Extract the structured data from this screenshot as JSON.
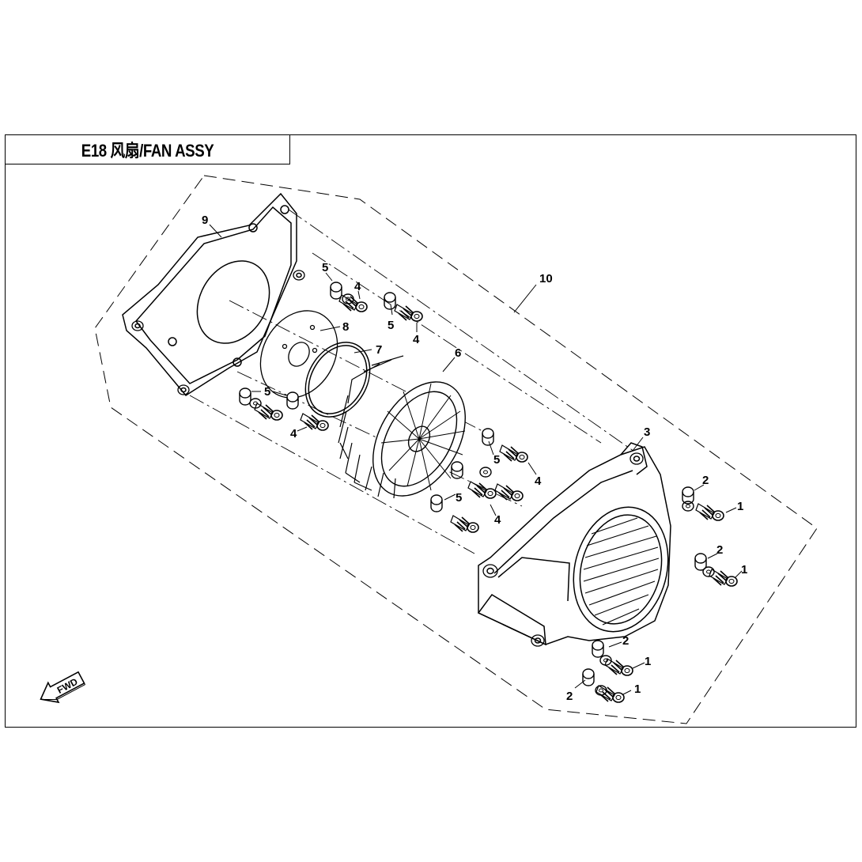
{
  "header": {
    "title": "E18 风扇/FAN ASSY"
  },
  "fwd_indicator": {
    "label": "FWD"
  },
  "callouts": [
    {
      "id": "c9",
      "label": "9"
    },
    {
      "id": "c10",
      "label": "10"
    },
    {
      "id": "c8",
      "label": "8"
    },
    {
      "id": "c7",
      "label": "7"
    },
    {
      "id": "c6",
      "label": "6"
    },
    {
      "id": "c3",
      "label": "3"
    },
    {
      "id": "c5a",
      "label": "5"
    },
    {
      "id": "c4a",
      "label": "4"
    },
    {
      "id": "c5b",
      "label": "5"
    },
    {
      "id": "c4b",
      "label": "4"
    },
    {
      "id": "c5c",
      "label": "5"
    },
    {
      "id": "c4c",
      "label": "4"
    },
    {
      "id": "c5d",
      "label": "5"
    },
    {
      "id": "c4d",
      "label": "4"
    },
    {
      "id": "c5e",
      "label": "5"
    },
    {
      "id": "c4e",
      "label": "4"
    },
    {
      "id": "c2a",
      "label": "2"
    },
    {
      "id": "c1a",
      "label": "1"
    },
    {
      "id": "c2b",
      "label": "2"
    },
    {
      "id": "c1b",
      "label": "1"
    },
    {
      "id": "c2c",
      "label": "2"
    },
    {
      "id": "c1c",
      "label": "1"
    },
    {
      "id": "c2d",
      "label": "2"
    },
    {
      "id": "c1d",
      "label": "1"
    }
  ]
}
